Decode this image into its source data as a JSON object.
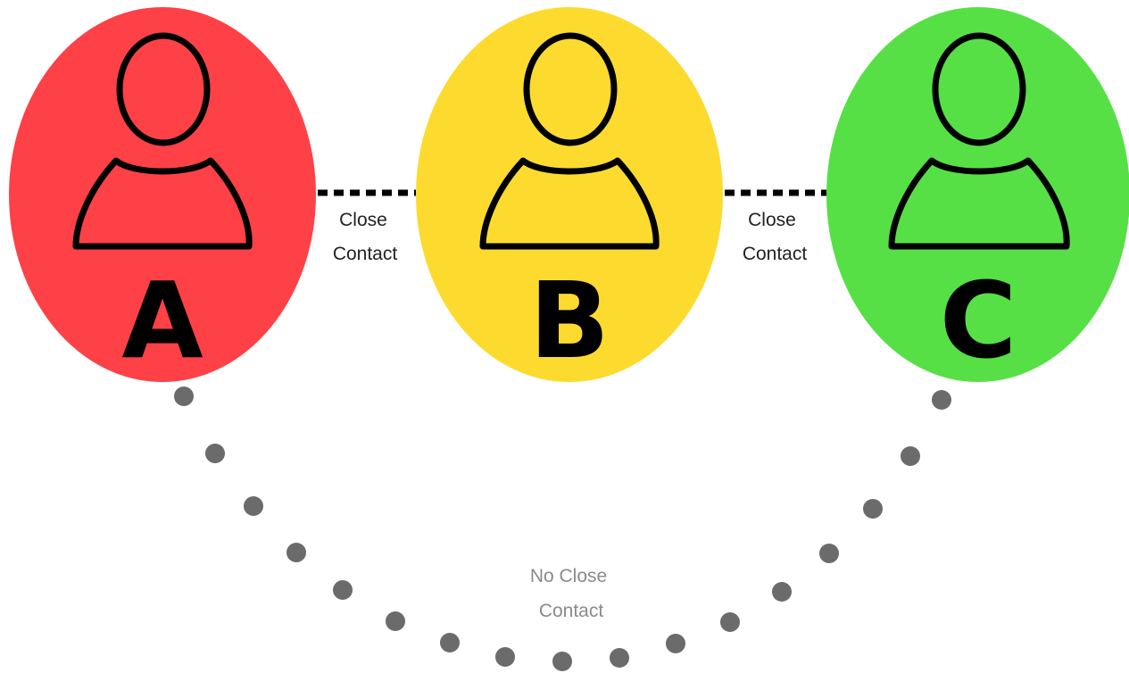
{
  "people": [
    {
      "id": "A",
      "label": "A",
      "color": "#fe4147"
    },
    {
      "id": "B",
      "label": "B",
      "color": "#fddb2e"
    },
    {
      "id": "C",
      "label": "C",
      "color": "#56e045"
    }
  ],
  "edges": [
    {
      "from": "A",
      "to": "B",
      "label_line1": "Close",
      "label_line2": "Contact",
      "style": "dashed",
      "color": "#000000"
    },
    {
      "from": "B",
      "to": "C",
      "label_line1": "Close",
      "label_line2": "Contact",
      "style": "dashed",
      "color": "#000000"
    }
  ],
  "no_contact": {
    "from": "A",
    "to": "C",
    "label_line1": "No Close",
    "label_line2": "Contact",
    "style": "dotted",
    "color": "#6b6b6b"
  },
  "icon_name": "person-icon"
}
